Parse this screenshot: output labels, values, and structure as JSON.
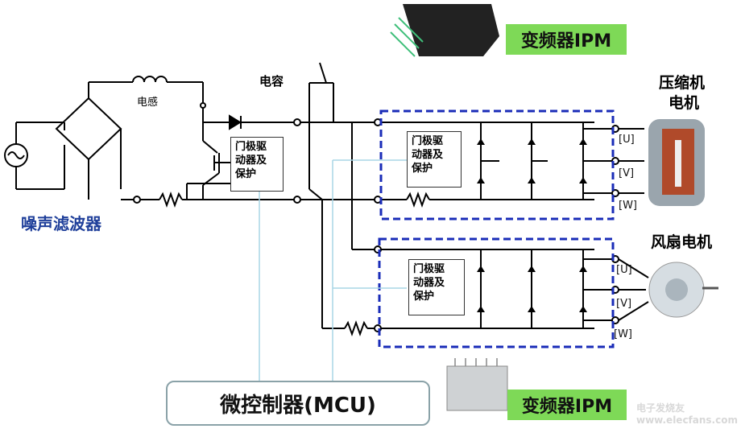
{
  "labels": {
    "inductor": "电感",
    "capacitor": "电容",
    "noise_filter": "噪声滤波器",
    "compressor_motor_l1": "压缩机",
    "compressor_motor_l2": "电机",
    "fan_motor": "风扇电机",
    "mcu": "微控制器(MCU)",
    "ipm_top": "变频器IPM",
    "ipm_bottom": "变频器IPM"
  },
  "drivers": [
    {
      "l1": "门极驱",
      "l2": "动器及",
      "l3": "保护"
    },
    {
      "l1": "门极驱",
      "l2": "动器及",
      "l3": "保护"
    },
    {
      "l1": "门极驱",
      "l2": "动器及",
      "l3": "保护"
    }
  ],
  "phases_top": [
    "[U]",
    "[V]",
    "[W]"
  ],
  "phases_bottom": [
    "[U]",
    "[V]",
    "[W]"
  ],
  "watermark": "电子发烧友 www.elecfans.com",
  "colors": {
    "ipm_badge": "#7ed957",
    "dash_box": "#1a2cb8",
    "signal_line": "#a9d6e5",
    "noise_filter_text": "#1f3f9a"
  }
}
